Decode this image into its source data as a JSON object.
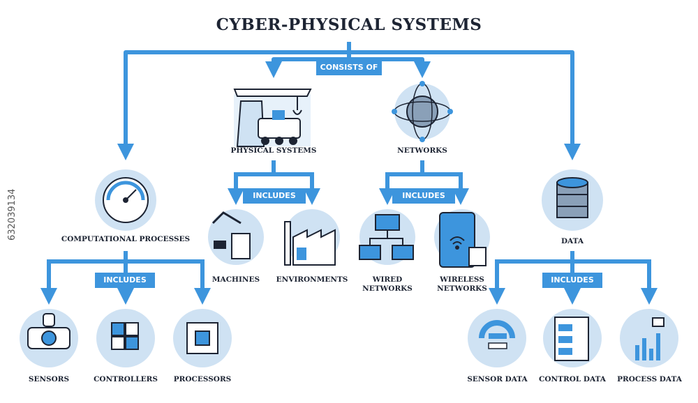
{
  "title": "CYBER-PHYSICAL SYSTEMS",
  "badges": {
    "consists_of": "CONSISTS OF",
    "includes_physical": "INCLUDES",
    "includes_networks": "INCLUDES",
    "includes_computational": "INCLUDES",
    "includes_data": "INCLUDES"
  },
  "nodes": {
    "physical_systems": "PHYSICAL SYSTEMS",
    "networks": "NETWORKS",
    "computational_processes": "COMPUTATIONAL PROCESSES",
    "data": "DATA",
    "machines": "MACHINES",
    "environments": "ENVIRONMENTS",
    "wired_networks_line1": "WIRED",
    "wired_networks_line2": "NETWORKS",
    "wireless_networks_line1": "WIRELESS",
    "wireless_networks_line2": "NETWORKS",
    "sensors": "SENSORS",
    "controllers": "CONTROLLERS",
    "processors": "PROCESSORS",
    "sensor_data": "SENSOR DATA",
    "control_data": "CONTROL DATA",
    "process_data": "PROCESS DATA"
  },
  "stock_id": "632039134",
  "colors": {
    "arrow": "#3d95dd",
    "circle": "#cfe2f3",
    "dark": "#1d2433"
  }
}
